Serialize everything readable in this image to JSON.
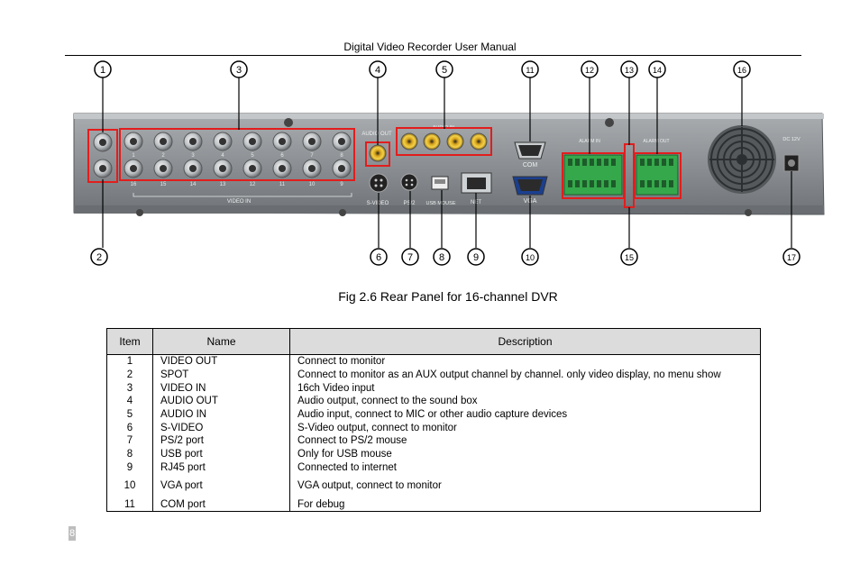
{
  "header": "Digital Video Recorder User Manual",
  "figure": {
    "caption": "Fig 2.6 Rear Panel for 16-channel DVR",
    "callouts": [
      "1",
      "2",
      "3",
      "4",
      "5",
      "6",
      "7",
      "8",
      "9",
      "10",
      "11",
      "12",
      "13",
      "14",
      "15",
      "16",
      "17"
    ],
    "panel_labels": {
      "video_in": "VIDEO IN",
      "audio_out": "AUDIO OUT",
      "audio_in": "AUDIO IN",
      "svideo": "S-VIDEO",
      "ps2": "PS/2",
      "usb": "USB MOUSE",
      "net": "NET",
      "com": "COM",
      "vga": "VGA",
      "alarm_in": "ALARM IN",
      "alarm_out": "ALARM OUT",
      "dc": "DC 12V"
    },
    "bnc_top_numbers": [
      "1",
      "2",
      "3",
      "4",
      "5",
      "6",
      "7",
      "8"
    ],
    "bnc_bottom_numbers": [
      "16",
      "15",
      "14",
      "13",
      "12",
      "11",
      "10",
      "9"
    ],
    "highlight_color": "#e31d1d"
  },
  "table": {
    "headers": [
      "Item",
      "Name",
      "Description"
    ],
    "rows": [
      {
        "item": "1",
        "name": "VIDEO OUT",
        "desc": "Connect to monitor"
      },
      {
        "item": "2",
        "name": "SPOT",
        "desc": "Connect to monitor as an AUX output channel by channel. only video display, no menu show"
      },
      {
        "item": "3",
        "name": "VIDEO IN",
        "desc": "16ch Video input"
      },
      {
        "item": "4",
        "name": "AUDIO OUT",
        "desc": "Audio output, connect to the sound box"
      },
      {
        "item": "5",
        "name": "AUDIO IN",
        "desc": "Audio input, connect to MIC or other audio capture devices"
      },
      {
        "item": "6",
        "name": "S-VIDEO",
        "desc": "S-Video output, connect to monitor"
      },
      {
        "item": "7",
        "name": "PS/2 port",
        "desc": "Connect to PS/2 mouse"
      },
      {
        "item": "8",
        "name": "USB port",
        "desc": "Only for USB mouse"
      },
      {
        "item": "9",
        "name": "RJ45 port",
        "desc": "Connected to internet"
      },
      {
        "item": "10",
        "name": "VGA port",
        "desc": "VGA output, connect to monitor"
      },
      {
        "item": "11",
        "name": "COM port",
        "desc": "For debug"
      }
    ]
  },
  "page_number": "8"
}
